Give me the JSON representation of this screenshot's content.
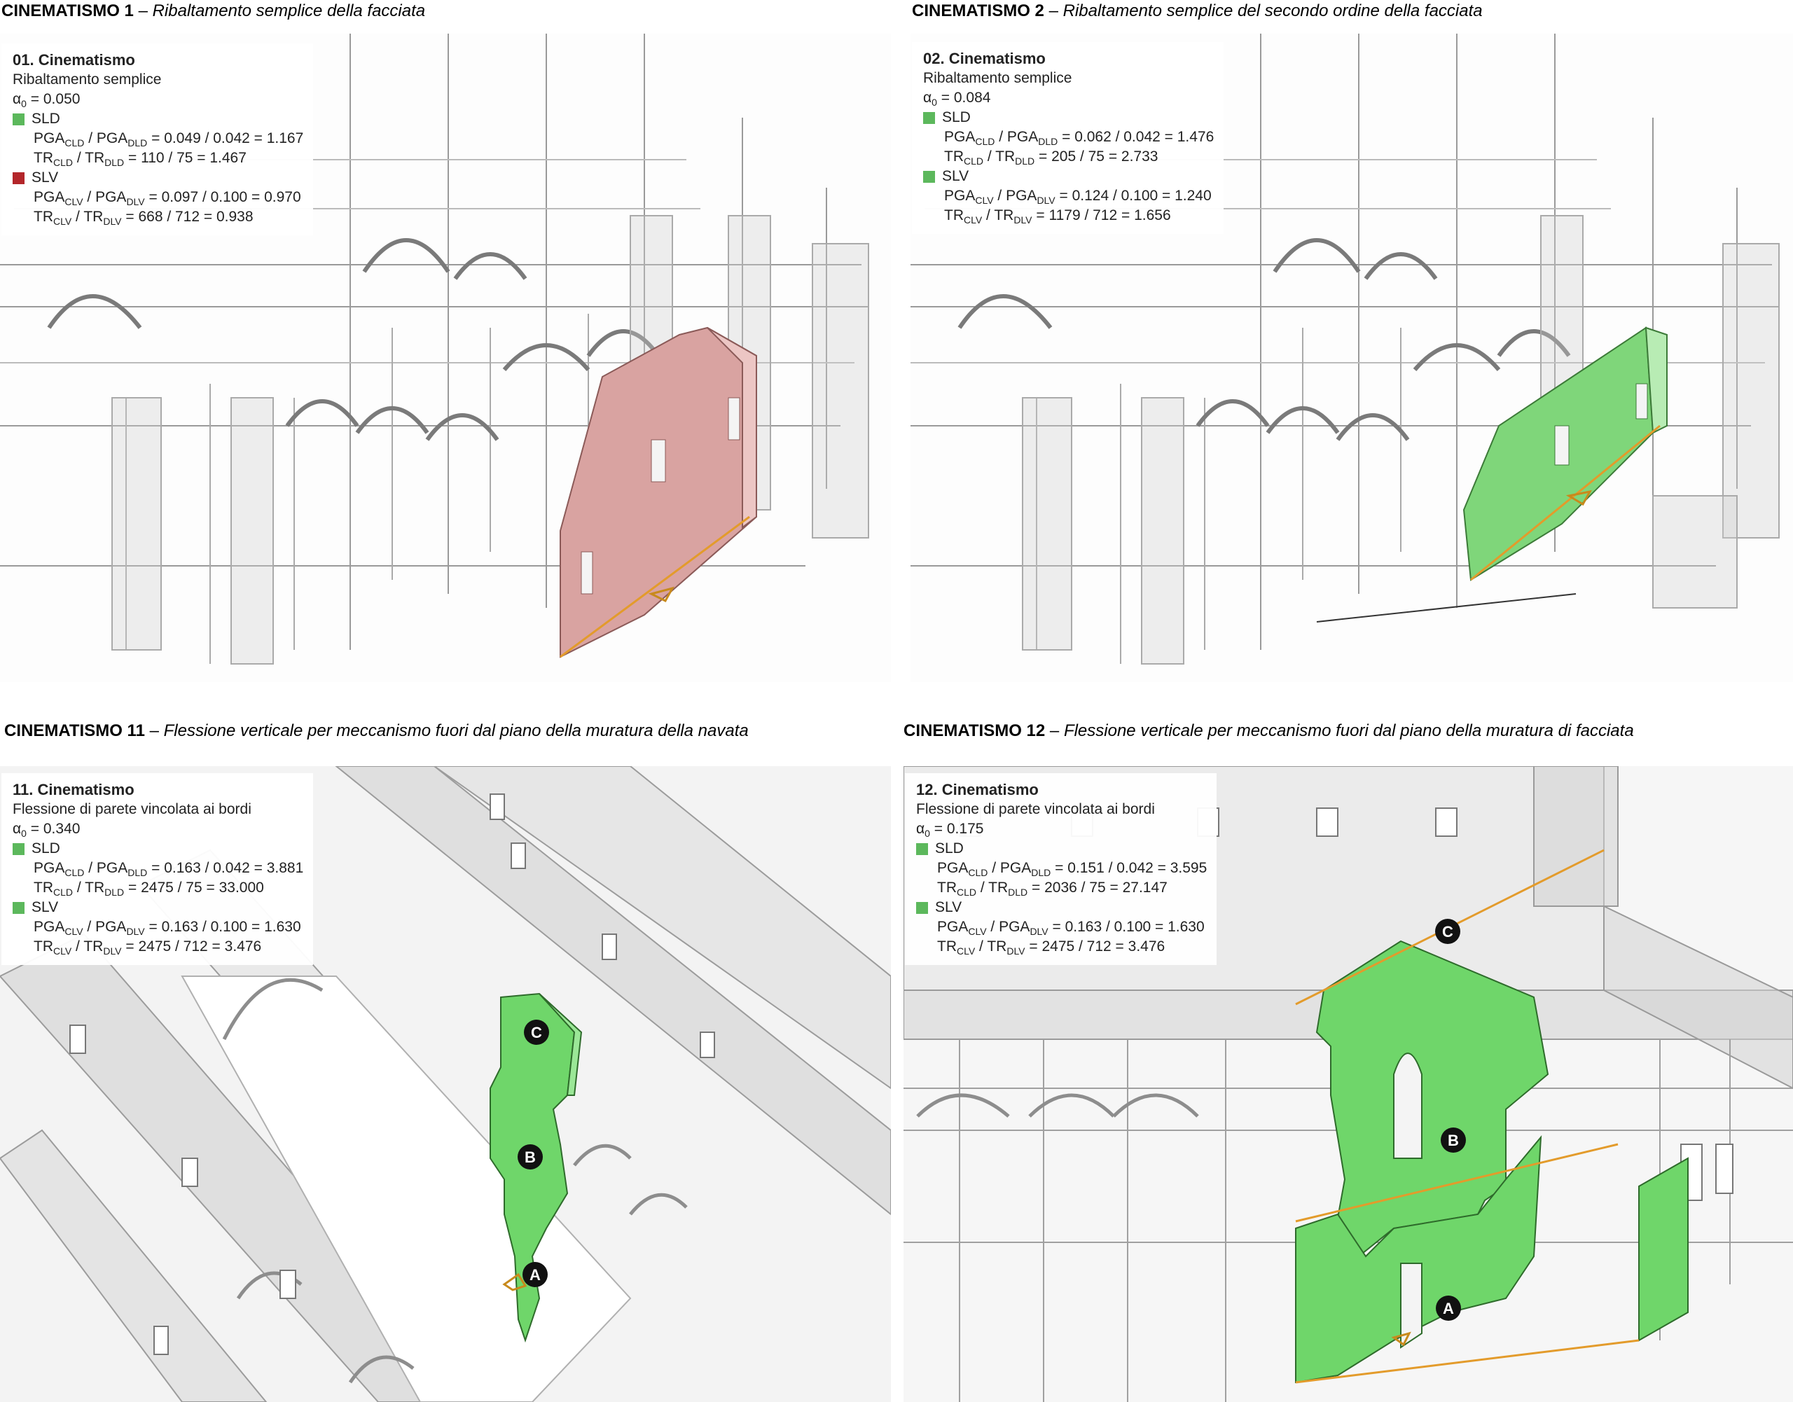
{
  "colors": {
    "slv_fail": "#b3262a",
    "ok": "#5cb85c",
    "facade_pink": "#d9a3a1",
    "facade_green": "#6fd66a",
    "hinge_orange": "#e39b2b"
  },
  "panels": [
    {
      "title_bold": "CINEMATISMO 1",
      "title_dash": " – ",
      "title_italic": "Ribaltamento semplice della facciata",
      "box": {
        "header": "01. Cinematismo",
        "type": "Ribaltamento semplice",
        "alpha_prefix": "α",
        "alpha_sub": "0",
        "alpha_value": " = 0.050",
        "sld_label": "SLD",
        "sld_pga_values": " = 0.049 / 0.042 = 1.167",
        "sld_tr_values": " = 110 / 75 = 1.467",
        "slv_label": "SLV",
        "slv_pga_values": " = 0.097 / 0.100 = 0.970",
        "slv_tr_values": " = 668 / 712 = 0.938"
      }
    },
    {
      "title_bold": "CINEMATISMO 2",
      "title_dash": " – ",
      "title_italic": "Ribaltamento semplice del secondo ordine della facciata",
      "box": {
        "header": "02. Cinematismo",
        "type": "Ribaltamento semplice",
        "alpha_prefix": "α",
        "alpha_sub": "0",
        "alpha_value": " = 0.084",
        "sld_label": "SLD",
        "sld_pga_values": " = 0.062 / 0.042 = 1.476",
        "sld_tr_values": " = 205 / 75 = 2.733",
        "slv_label": "SLV",
        "slv_pga_values": " = 0.124 / 0.100 = 1.240",
        "slv_tr_values": " = 1179 / 712 = 1.656"
      }
    },
    {
      "title_bold": "CINEMATISMO 11",
      "title_dash": " – ",
      "title_italic": "Flessione verticale per meccanismo fuori dal piano della muratura della navata",
      "box": {
        "header": "11. Cinematismo",
        "type": "Flessione di parete vincolata ai bordi",
        "alpha_prefix": "α",
        "alpha_sub": "0",
        "alpha_value": " = 0.340",
        "sld_label": "SLD",
        "sld_pga_values": " = 0.163 / 0.042 = 3.881",
        "sld_tr_values": " = 2475 / 75 = 33.000",
        "slv_label": "SLV",
        "slv_pga_values": " = 0.163 / 0.100 = 1.630",
        "slv_tr_values": " = 2475 / 712 = 3.476"
      }
    },
    {
      "title_bold": "CINEMATISMO 12",
      "title_dash": " – ",
      "title_italic": "Flessione verticale per meccanismo fuori dal piano della muratura di facciata",
      "box": {
        "header": "12. Cinematismo",
        "type": "Flessione di parete vincolata ai bordi",
        "alpha_prefix": "α",
        "alpha_sub": "0",
        "alpha_value": " = 0.175",
        "sld_label": "SLD",
        "sld_pga_values": " = 0.151 / 0.042 = 3.595",
        "sld_tr_values": " = 2036 / 75 = 27.147",
        "slv_label": "SLV",
        "slv_pga_values": " = 0.163 / 0.100 = 1.630",
        "slv_tr_values": " = 2475 / 712 = 3.476"
      }
    }
  ],
  "labels": {
    "pga": "PGA",
    "tr": "TR",
    "slash": " / ",
    "cld": "CLD",
    "dld": "DLD",
    "clv": "CLV",
    "dlv": "DLV"
  },
  "hinge_markers": [
    "A",
    "B",
    "C"
  ]
}
